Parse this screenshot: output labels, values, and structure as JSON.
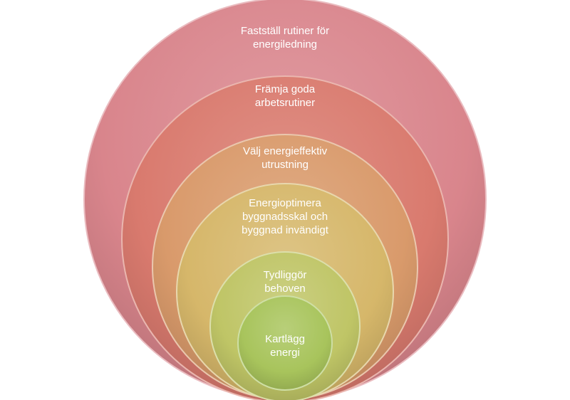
{
  "diagram": {
    "levels": [
      {
        "lines": [
          "Fastställ rutiner för",
          "energiledning"
        ],
        "color": "#d9858c"
      },
      {
        "lines": [
          "Främja goda",
          "arbetsrutiner"
        ],
        "color": "#d97a6e"
      },
      {
        "lines": [
          "Välj energieffektiv",
          "utrustning"
        ],
        "color": "#d99a6b"
      },
      {
        "lines": [
          "Energioptimera",
          "byggnadsskal och",
          "byggnad invändigt"
        ],
        "color": "#d6b76a"
      },
      {
        "lines": [
          "Tydliggör",
          "behoven"
        ],
        "color": "#bfc566"
      },
      {
        "lines": [
          "Kartlägg",
          "energi"
        ],
        "color": "#a8c45c"
      }
    ]
  }
}
